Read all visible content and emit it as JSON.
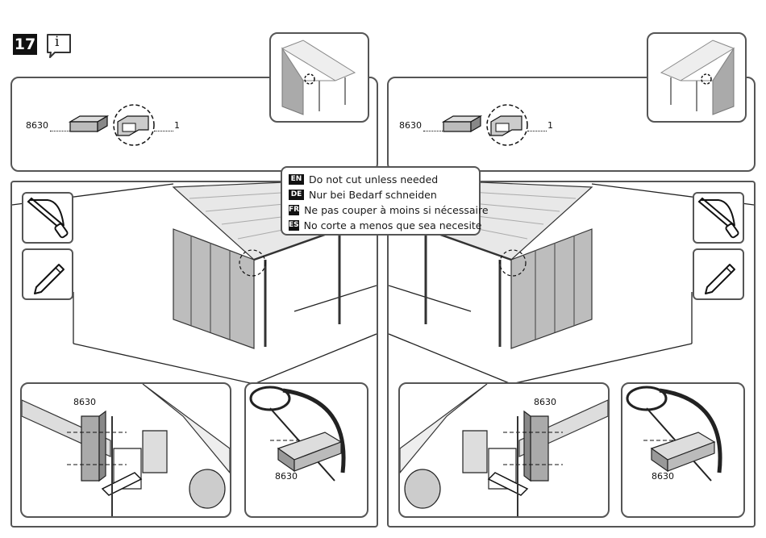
{
  "step": {
    "number": "17"
  },
  "info": {
    "icon": "info-icon",
    "glyph": "i"
  },
  "left_panel": {
    "part_code": "8630",
    "quantity": "1"
  },
  "right_panel": {
    "part_code": "8630",
    "quantity": "1"
  },
  "legend": {
    "rows": [
      {
        "code": "EN",
        "text": "Do not cut unless needed"
      },
      {
        "code": "DE",
        "text": "Nur bei Bedarf schneiden"
      },
      {
        "code": "FR",
        "text": "Ne pas couper à moins si nécessaire"
      },
      {
        "code": "ES",
        "text": "No corte a menos que sea necesite"
      }
    ]
  },
  "details": {
    "left_a_label": "8630",
    "left_b_label": "8630",
    "right_a_label": "8630",
    "right_b_label": "8630"
  },
  "tools": [
    "saw-icon",
    "pencil-icon"
  ]
}
